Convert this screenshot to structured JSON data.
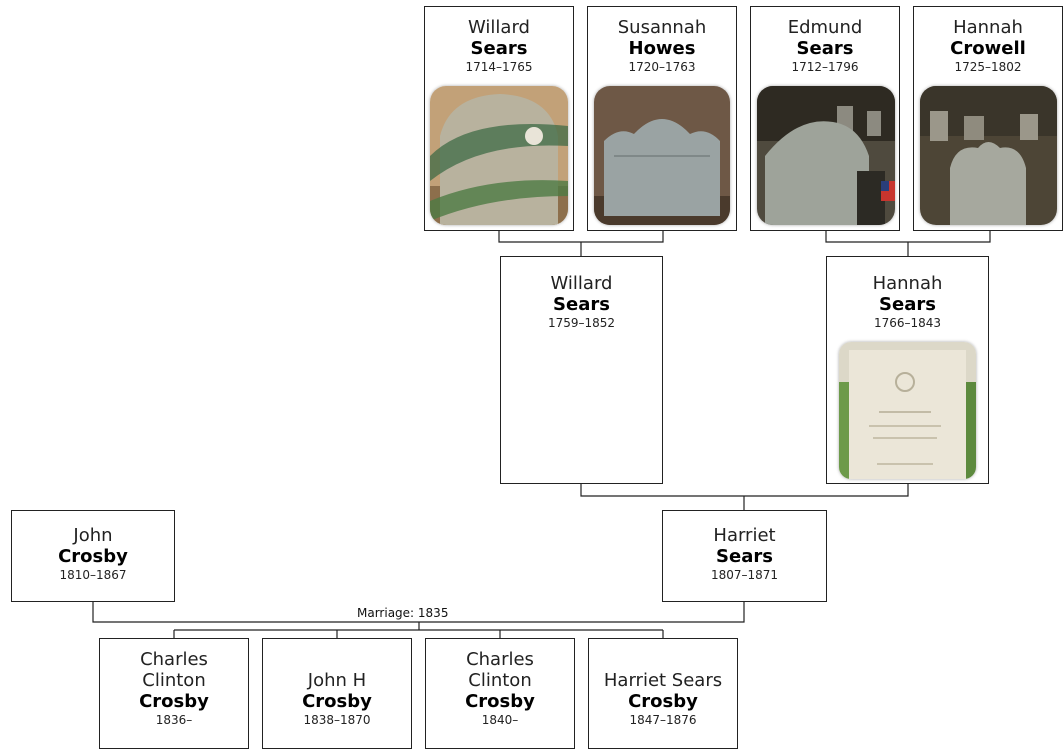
{
  "great_grandparents": [
    {
      "given": "Willard",
      "surname": "Sears",
      "dates": "1714–1765"
    },
    {
      "given": "Susannah",
      "surname": "Howes",
      "dates": "1720–1763"
    },
    {
      "given": "Edmund",
      "surname": "Sears",
      "dates": "1712–1796"
    },
    {
      "given": "Hannah",
      "surname": "Crowell",
      "dates": "1725–1802"
    }
  ],
  "grandparents": [
    {
      "given": "Willard",
      "surname": "Sears",
      "dates": "1759–1852"
    },
    {
      "given": "Hannah",
      "surname": "Sears",
      "dates": "1766–1843"
    }
  ],
  "parents": [
    {
      "given": "John",
      "surname": "Crosby",
      "dates": "1810–1867"
    },
    {
      "given": "Harriet",
      "surname": "Sears",
      "dates": "1807–1871"
    }
  ],
  "marriage": {
    "label": "Marriage: 1835"
  },
  "children": [
    {
      "given_line1": "Charles",
      "given_line2": "Clinton",
      "surname": "Crosby",
      "dates": "1836–"
    },
    {
      "given_line1": "John H",
      "surname": "Crosby",
      "dates": "1838–1870"
    },
    {
      "given_line1": "Charles",
      "given_line2": "Clinton",
      "surname": "Crosby",
      "dates": "1840–"
    },
    {
      "given_line1": "Harriet Sears",
      "surname": "Crosby",
      "dates": "1847–1876"
    }
  ]
}
